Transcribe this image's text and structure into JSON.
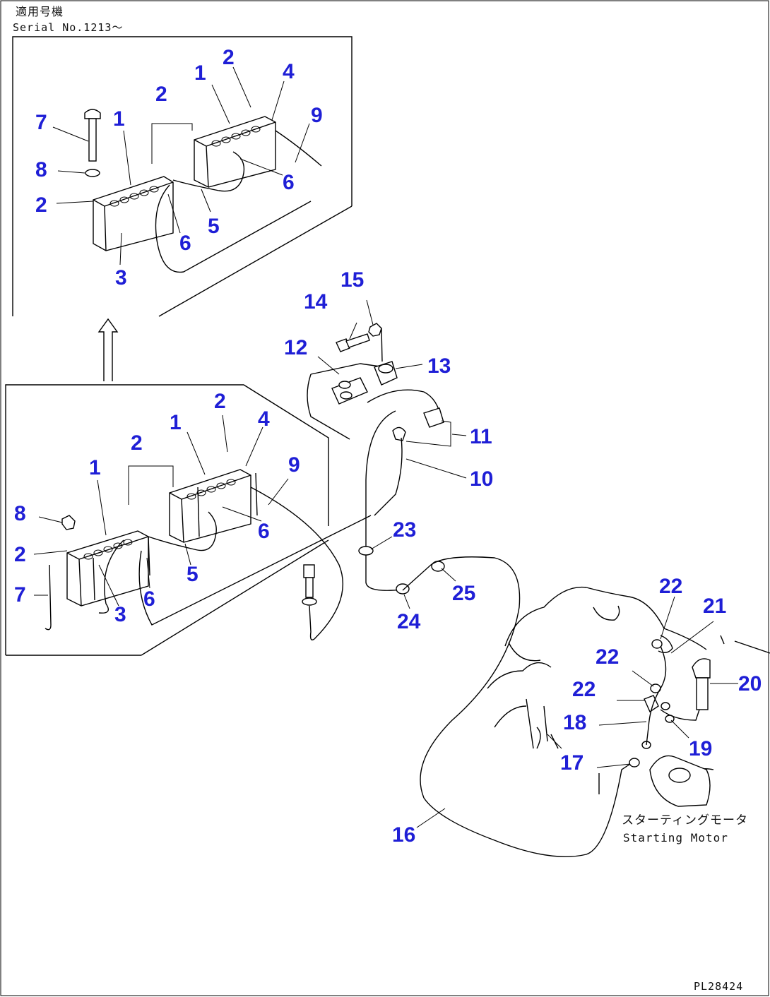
{
  "header": {
    "jp_title": "適用号機",
    "serial_label": "Serial No.1213〜"
  },
  "footer": {
    "code": "PL28424"
  },
  "annotation": {
    "jp": "スターティングモータ",
    "en": "Starting Motor"
  },
  "callouts": {
    "top": [
      {
        "id": "t2a",
        "text": "2"
      },
      {
        "id": "t1a",
        "text": "1"
      },
      {
        "id": "t4",
        "text": "4"
      },
      {
        "id": "t9",
        "text": "9"
      },
      {
        "id": "t2b",
        "text": "2"
      },
      {
        "id": "t7",
        "text": "7"
      },
      {
        "id": "t1b",
        "text": "1"
      },
      {
        "id": "t8",
        "text": "8"
      },
      {
        "id": "t6a",
        "text": "6"
      },
      {
        "id": "t2c",
        "text": "2"
      },
      {
        "id": "t5",
        "text": "5"
      },
      {
        "id": "t6b",
        "text": "6"
      },
      {
        "id": "t3",
        "text": "3"
      }
    ],
    "bottom": [
      {
        "id": "b2a",
        "text": "2"
      },
      {
        "id": "b4",
        "text": "4"
      },
      {
        "id": "b1a",
        "text": "1"
      },
      {
        "id": "b2b",
        "text": "2"
      },
      {
        "id": "b9",
        "text": "9"
      },
      {
        "id": "b1b",
        "text": "1"
      },
      {
        "id": "b8",
        "text": "8"
      },
      {
        "id": "b6a",
        "text": "6"
      },
      {
        "id": "b2c",
        "text": "2"
      },
      {
        "id": "b5",
        "text": "5"
      },
      {
        "id": "b7",
        "text": "7"
      },
      {
        "id": "b6b",
        "text": "6"
      },
      {
        "id": "b3",
        "text": "3"
      }
    ],
    "system": [
      {
        "id": "s15",
        "text": "15"
      },
      {
        "id": "s14",
        "text": "14"
      },
      {
        "id": "s12",
        "text": "12"
      },
      {
        "id": "s13",
        "text": "13"
      },
      {
        "id": "s11",
        "text": "11"
      },
      {
        "id": "s10",
        "text": "10"
      },
      {
        "id": "s23",
        "text": "23"
      },
      {
        "id": "s25",
        "text": "25"
      },
      {
        "id": "s24",
        "text": "24"
      },
      {
        "id": "s22a",
        "text": "22"
      },
      {
        "id": "s21",
        "text": "21"
      },
      {
        "id": "s22b",
        "text": "22"
      },
      {
        "id": "s20",
        "text": "20"
      },
      {
        "id": "s22c",
        "text": "22"
      },
      {
        "id": "s18",
        "text": "18"
      },
      {
        "id": "s19",
        "text": "19"
      },
      {
        "id": "s17",
        "text": "17"
      },
      {
        "id": "s16",
        "text": "16"
      }
    ]
  }
}
